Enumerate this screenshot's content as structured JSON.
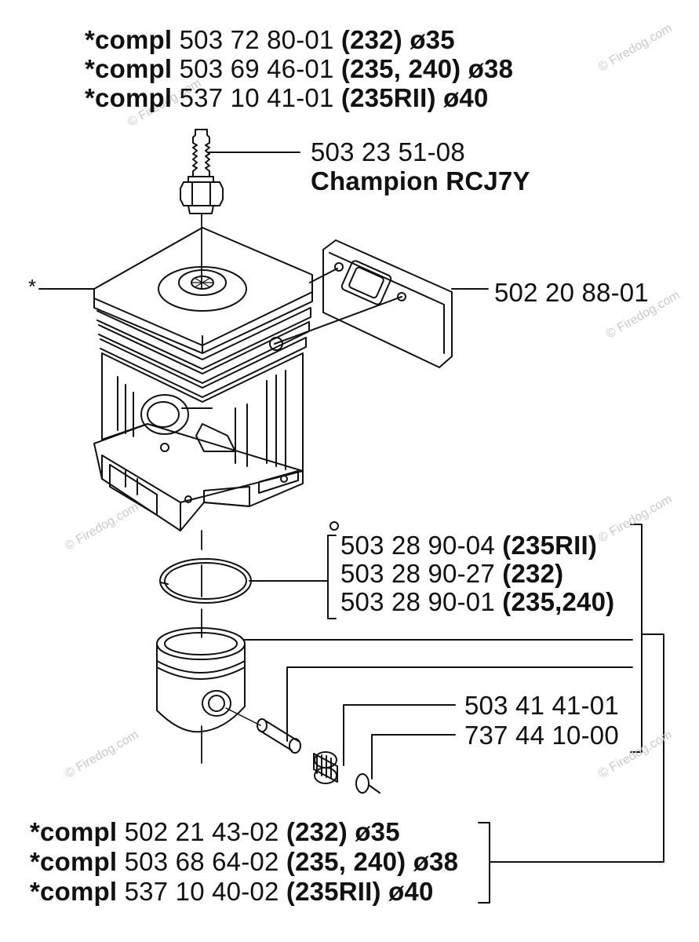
{
  "cylinder_header": [
    {
      "prefix": "*compl",
      "part": "503 72 80-01",
      "models": "(232)",
      "dia": "ø35"
    },
    {
      "prefix": "*compl",
      "part": "503 69 46-01",
      "models": "(235, 240)",
      "dia": "ø38"
    },
    {
      "prefix": "*compl",
      "part": "537 10 41-01",
      "models": "(235RII)",
      "dia": "ø40"
    }
  ],
  "spark_plug": {
    "part": "503 23 51-08",
    "name": "Champion RCJ7Y"
  },
  "asterisk": "*",
  "gasket": {
    "part": "502 20 88-01"
  },
  "rings": [
    {
      "part": "503 28 90-04",
      "models": "(235RII)"
    },
    {
      "part": "503 28 90-27",
      "models": "(232)"
    },
    {
      "part": "503 28 90-01",
      "models": "(235,240)"
    }
  ],
  "pin": {
    "part": "503 41 41-01"
  },
  "bearing": {
    "part": "737 44 10-00"
  },
  "piston_footer": [
    {
      "prefix": "*compl",
      "part": "502 21 43-02",
      "models": "(232)",
      "dia": "ø35"
    },
    {
      "prefix": "*compl",
      "part": "503 68 64-02",
      "models": "(235, 240)",
      "dia": "ø38"
    },
    {
      "prefix": "*compl",
      "part": "537 10 40-02",
      "models": "(235RII)",
      "dia": "ø40"
    }
  ],
  "watermark": "© Firedog.com"
}
